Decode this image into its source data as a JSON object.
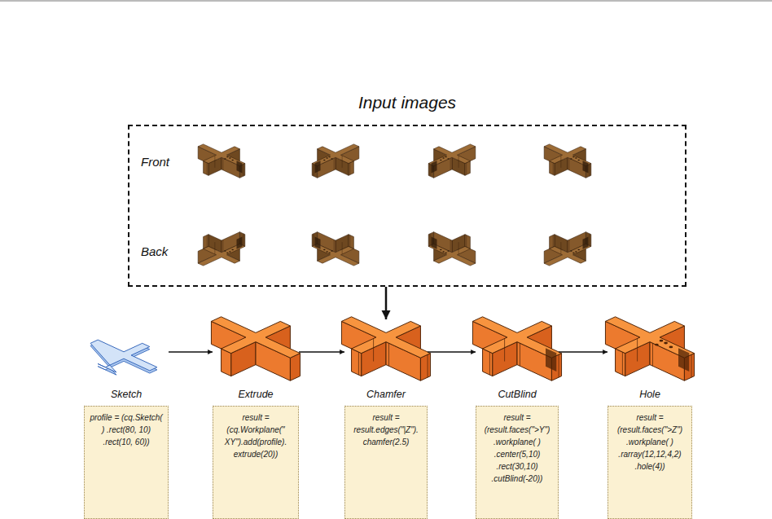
{
  "diagram": {
    "nodes": [
      {
        "text": [
          "Input images",
          "Front",
          "Back"
        ]
      },
      {
        "text": [
          "Sketch",
          "profile = (cq.Sketch( ) .rect(80, 10) .rect(10, 60))"
        ]
      },
      {
        "text": [
          "Extrude",
          "result = (cq.Workplane(\" XY\").add(profile). extrude(20))"
        ]
      },
      {
        "text": [
          "Chamfer",
          "result = result.edges(\"|Z\"). chamfer(2.5)"
        ]
      },
      {
        "text": [
          "CutBlind",
          "result = (result.faces(\">Y\") .workplane( ) .center(5,10) .rect(30,10) .cutBlind(-20))"
        ]
      },
      {
        "text": [
          "Hole",
          "result = (result.faces(\">Z\") .workplane( ) .rarray(12,12,4,2) .hole(4))"
        ]
      }
    ],
    "edges": [
      {
        "from": 1,
        "to": 2,
        "arrow": "to"
      },
      {
        "from": 2,
        "to": 3,
        "arrow": "to"
      },
      {
        "from": 3,
        "to": 4,
        "arrow": "to"
      },
      {
        "from": 4,
        "to": 5,
        "arrow": "to"
      },
      {
        "from": 0,
        "to": 3,
        "arrow": "to"
      }
    ]
  }
}
